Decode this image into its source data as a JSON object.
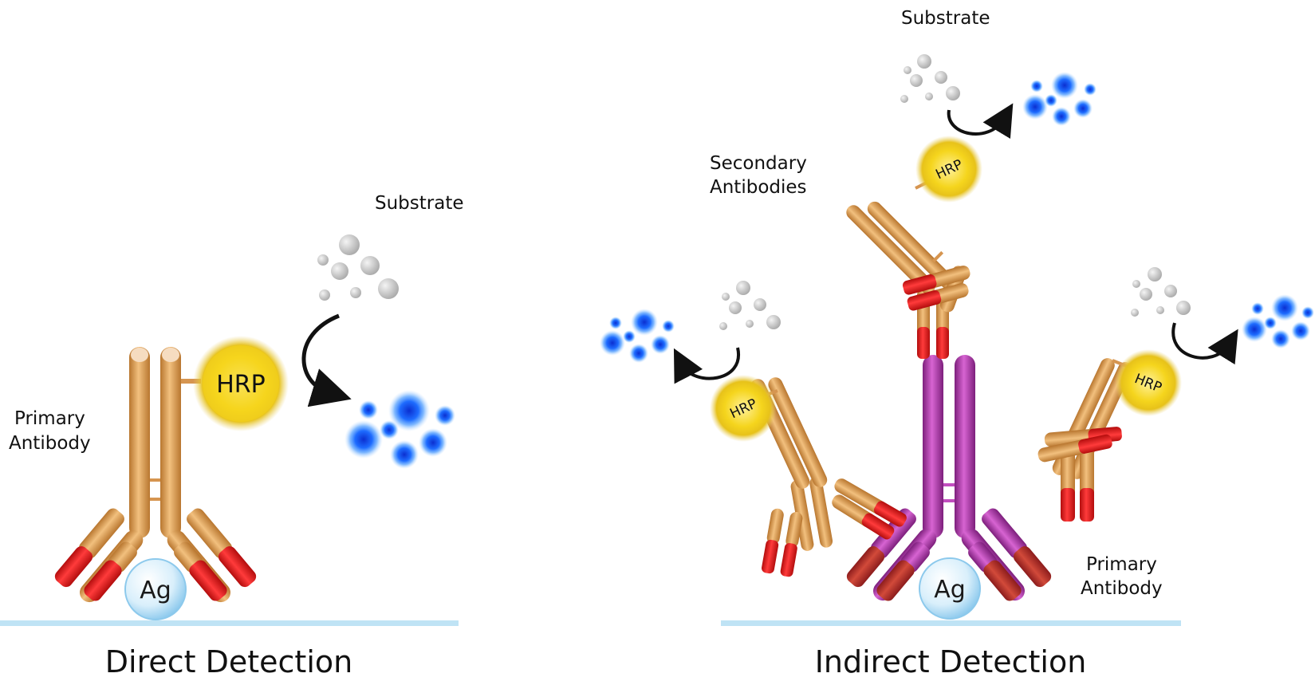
{
  "direct": {
    "substrate_label": "Substrate",
    "primary_label_line1": "Primary",
    "primary_label_line2": "Antibody",
    "enzyme_label": "HRP",
    "antigen_label": "Ag",
    "title": "Direct Detection"
  },
  "indirect": {
    "substrate_label": "Substrate",
    "secondary_label_line1": "Secondary",
    "secondary_label_line2": "Antibodies",
    "primary_label_line1": "Primary",
    "primary_label_line2": "Antibody",
    "enzyme_label": "HRP",
    "antigen_label": "Ag",
    "title": "Indirect Detection"
  },
  "colors": {
    "antibody_primary_direct": "#e0a35a",
    "antibody_primary_indirect": "#b940b5",
    "antibody_secondary": "#e0a35a",
    "antibody_tip": "#e01818",
    "hrp_fill": "#f3d21a",
    "product_blue": "#1463e6",
    "substrate_gray": "#c8c8c8",
    "surface": "#bfe3f5",
    "antigen": "#bfe4f7"
  }
}
